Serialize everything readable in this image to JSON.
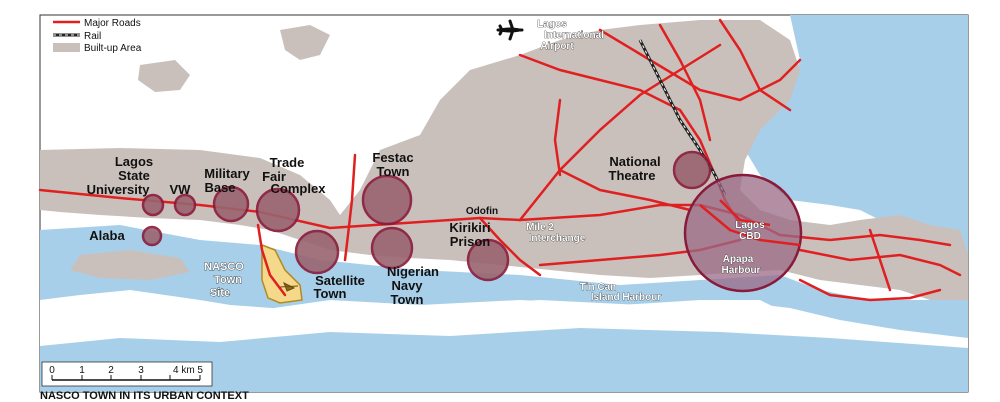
{
  "legend": {
    "items": [
      {
        "label": "Major Roads",
        "color": "#e02020"
      },
      {
        "label": "Rail",
        "color": "#222222"
      },
      {
        "label": "Built-up Area",
        "color": "#c9c0bc"
      }
    ]
  },
  "colors": {
    "water": "#a8cfe9",
    "land": "#ffffff",
    "built_up": "#c9c0bc",
    "roads": "#e02020",
    "site_circles": "#9a6470",
    "cbd_circle": "#9a6a86",
    "nasco_site": "#f5d98a"
  },
  "labels": {
    "lagos_state_university": [
      "Lagos",
      "State",
      "University"
    ],
    "vw": "VW",
    "military_base": [
      "Military",
      "Base"
    ],
    "trade_fair_complex": [
      "Trade",
      "Fair",
      "Complex"
    ],
    "festac_town": [
      "Festac",
      "Town"
    ],
    "alaba": "Alaba",
    "nasco_town_site": [
      "NASCO",
      "Town",
      "Site"
    ],
    "satellite_town": [
      "Satellite",
      "Town"
    ],
    "nigerian_navy_town": [
      "Nigerian",
      "Navy",
      "Town"
    ],
    "kirikiri_prison": [
      "Kirikiri",
      "Prison"
    ],
    "odofin": "Odofin",
    "mile_2_interchange": [
      "Mile 2",
      "Interchange"
    ],
    "national_theatre": [
      "National",
      "Theatre"
    ],
    "lagos_cbd": [
      "Lagos",
      "CBD"
    ],
    "apapa_harbour": [
      "Apapa",
      "Harbour"
    ],
    "tin_can_island_harbour": [
      "Tin Can",
      "Island Harbour"
    ],
    "lagos_international_airport": [
      "Lagos",
      "International",
      "Airport"
    ]
  },
  "icons": {
    "airport": "airplane-icon"
  },
  "scale_bar": {
    "ticks": [
      "0",
      "1",
      "2",
      "3",
      "4 km 5"
    ]
  },
  "caption": "NASCO TOWN IN ITS URBAN CONTEXT"
}
